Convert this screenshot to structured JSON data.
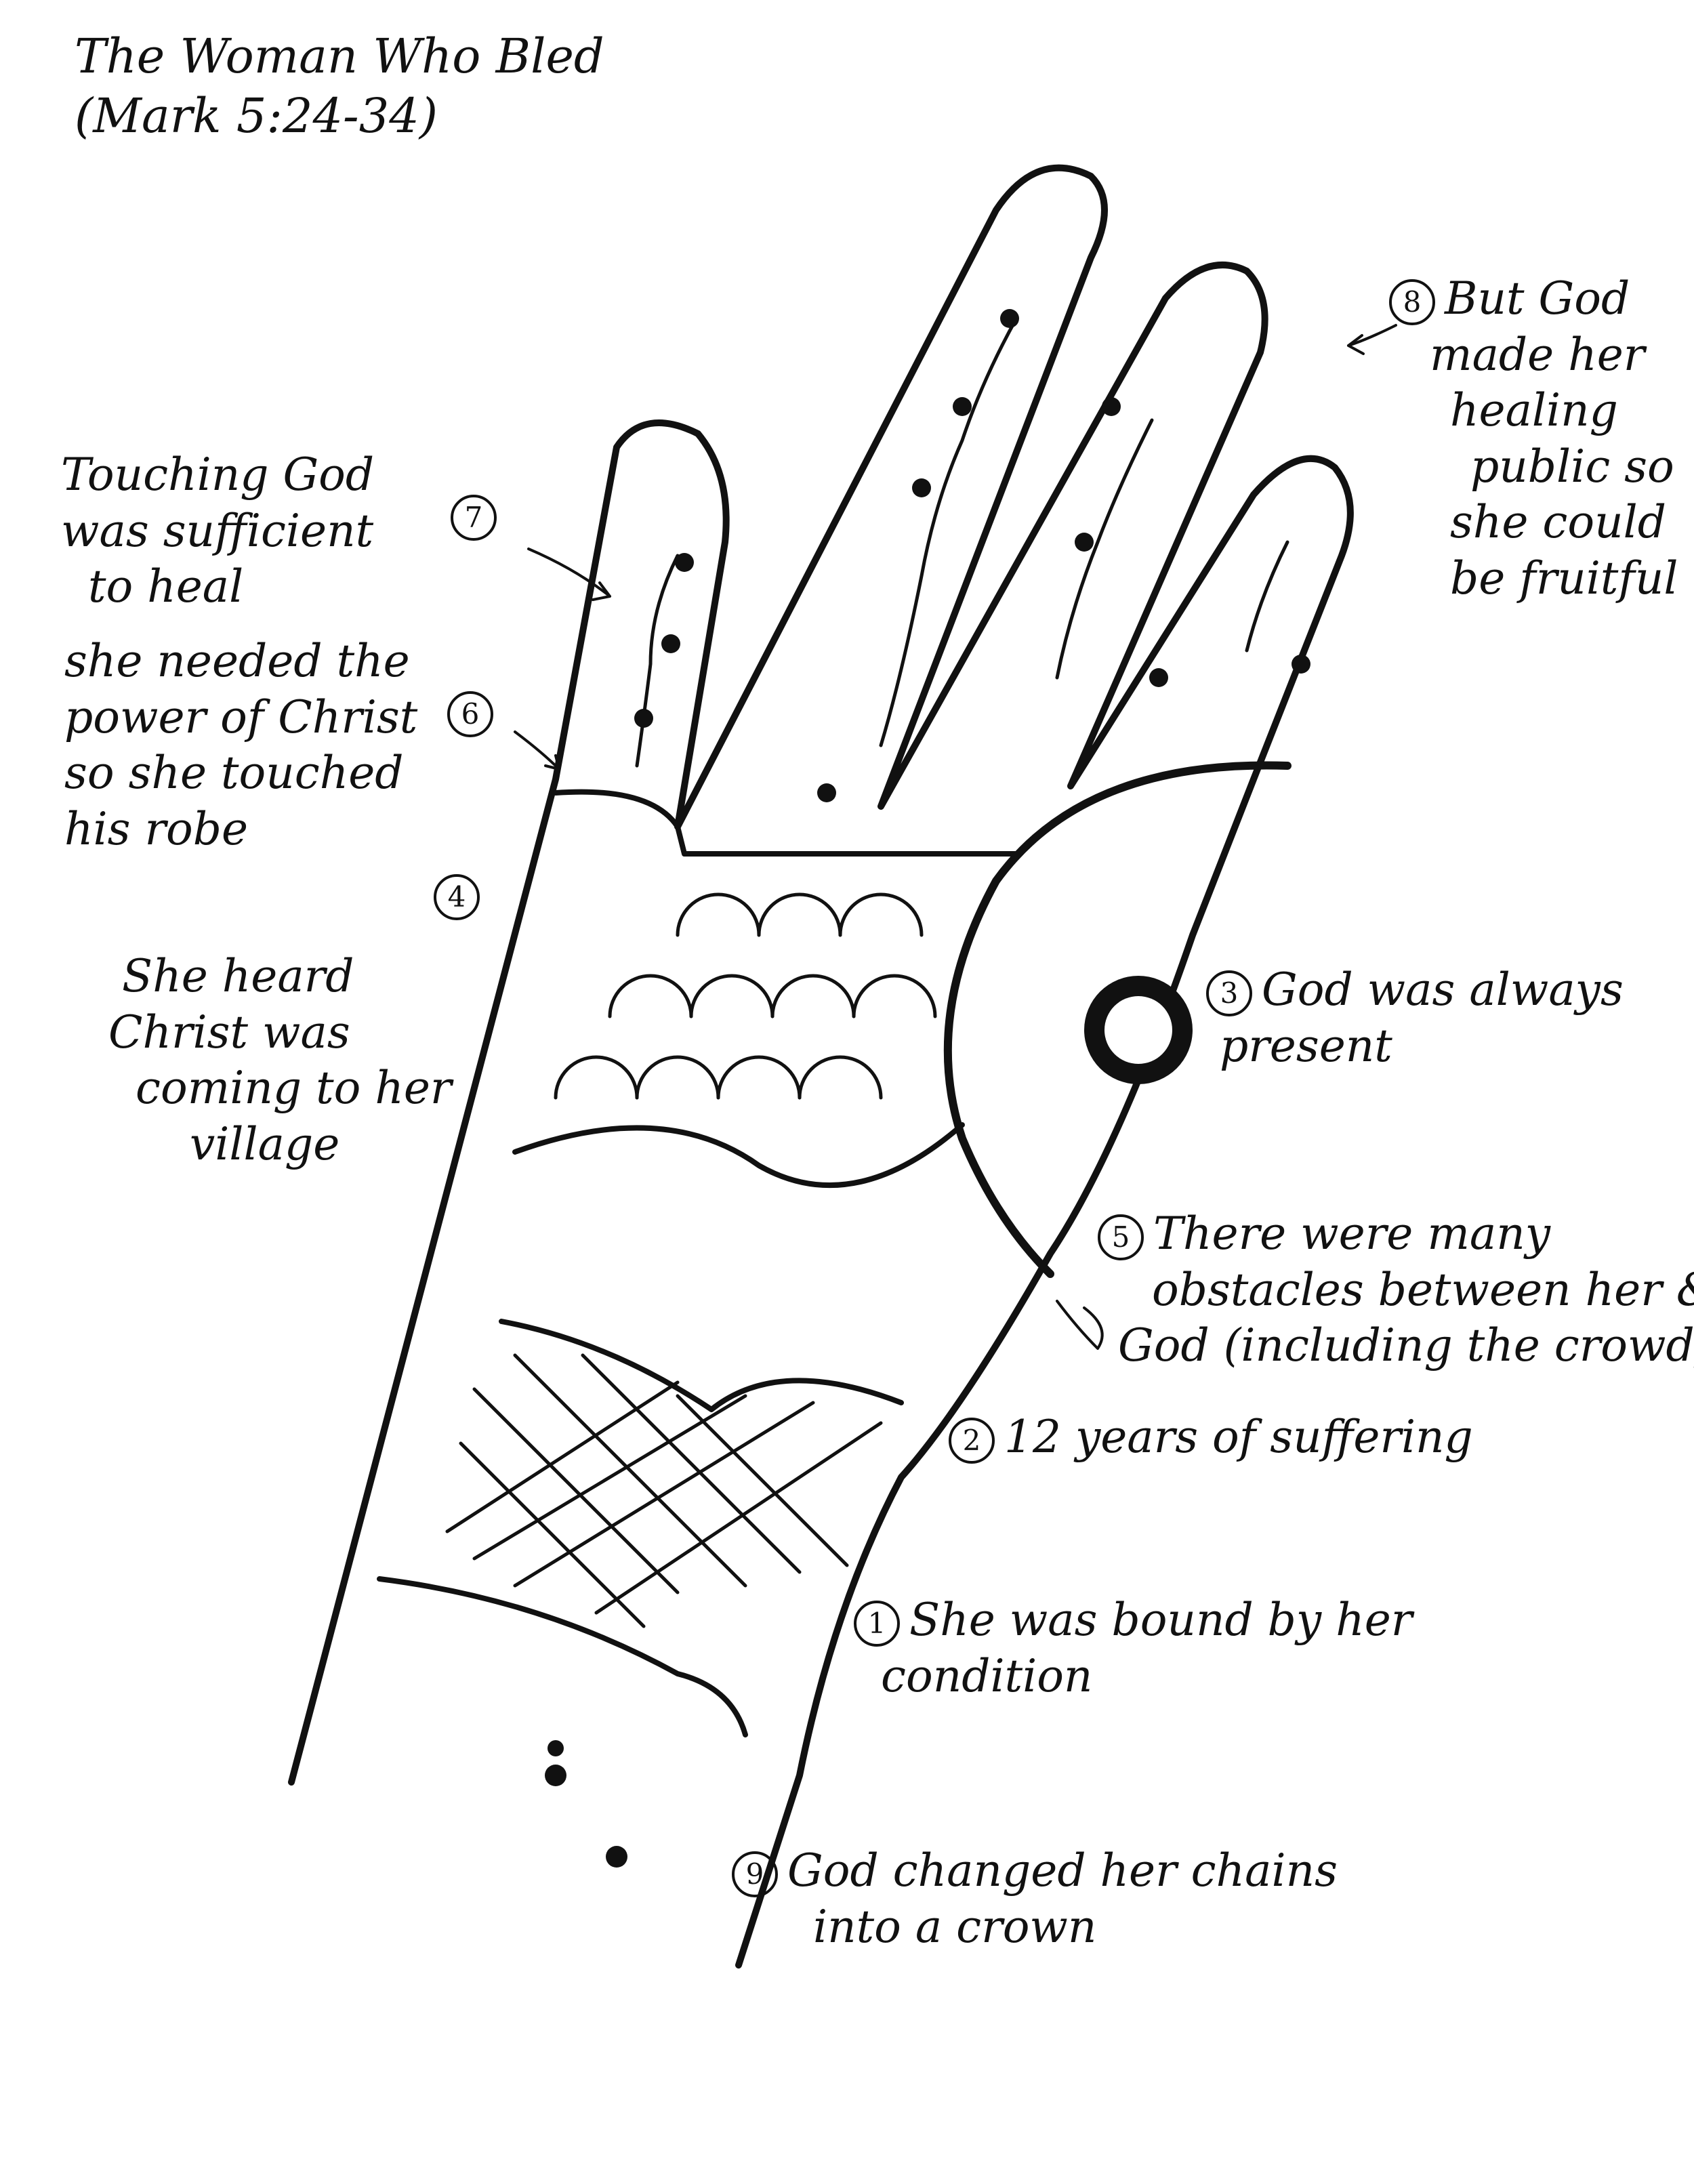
{
  "title": {
    "line1": "The Woman Who Bled",
    "line2": "(Mark 5:24-34)"
  },
  "annotations": {
    "n7": {
      "number": "7",
      "lines": [
        "Touching God",
        "was sufficient",
        "to heal"
      ]
    },
    "n6": {
      "number": "6",
      "lines": [
        "she needed the",
        "power of Christ",
        "so she touched",
        "his robe"
      ]
    },
    "n4": {
      "number": "4",
      "lines": [
        "She heard",
        "Christ was",
        "coming to her",
        "village"
      ]
    },
    "n8": {
      "number": "8",
      "lines": [
        "But God",
        "made her",
        "healing",
        "public so",
        "she could",
        "be fruitful"
      ]
    },
    "n3": {
      "number": "3",
      "lines": [
        "God was always",
        "present"
      ]
    },
    "n5": {
      "number": "5",
      "lines": [
        "There were many",
        "obstacles between her &",
        "God (including the crowd)"
      ]
    },
    "n2": {
      "number": "2",
      "lines": [
        "12 years of suffering"
      ]
    },
    "n1": {
      "number": "1",
      "lines": [
        "She was bound by her",
        "condition"
      ]
    },
    "n9": {
      "number": "9",
      "lines": [
        "God changed her chains",
        "into a crown"
      ]
    }
  },
  "colors": {
    "ink": "#111111",
    "paper": "#ffffff"
  },
  "illustration": "henna-hand"
}
